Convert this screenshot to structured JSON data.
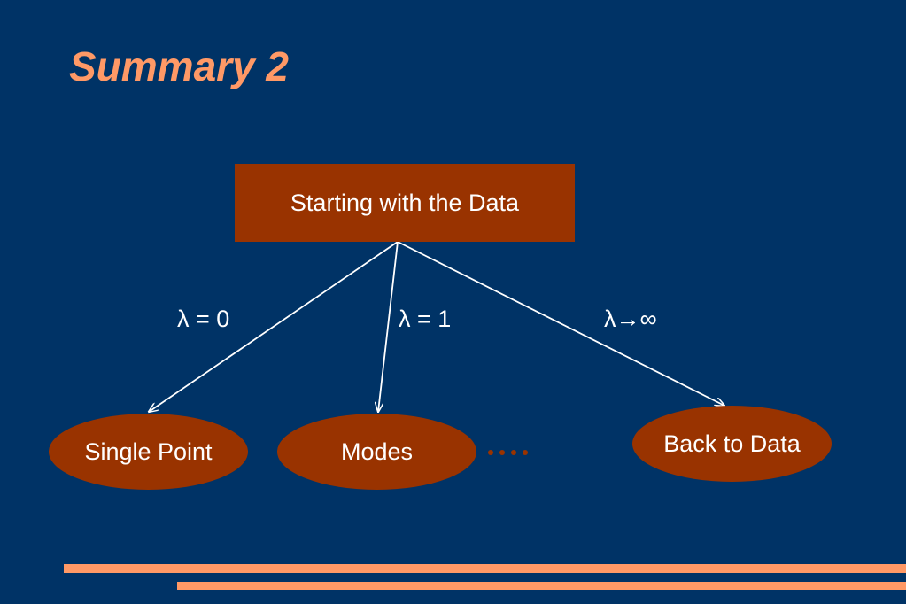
{
  "title": "Summary 2",
  "diagram": {
    "root": "Starting with the Data",
    "children": [
      "Single Point",
      "Modes",
      "Back to Data"
    ],
    "edge_labels": [
      "λ = 0",
      "λ = 1",
      "λ→∞"
    ],
    "ellipsis": "····"
  },
  "colors": {
    "background": "#003366",
    "title": "#ff9966",
    "node_fill": "#993300",
    "text": "#ffffff",
    "rule": "#ff9966"
  }
}
